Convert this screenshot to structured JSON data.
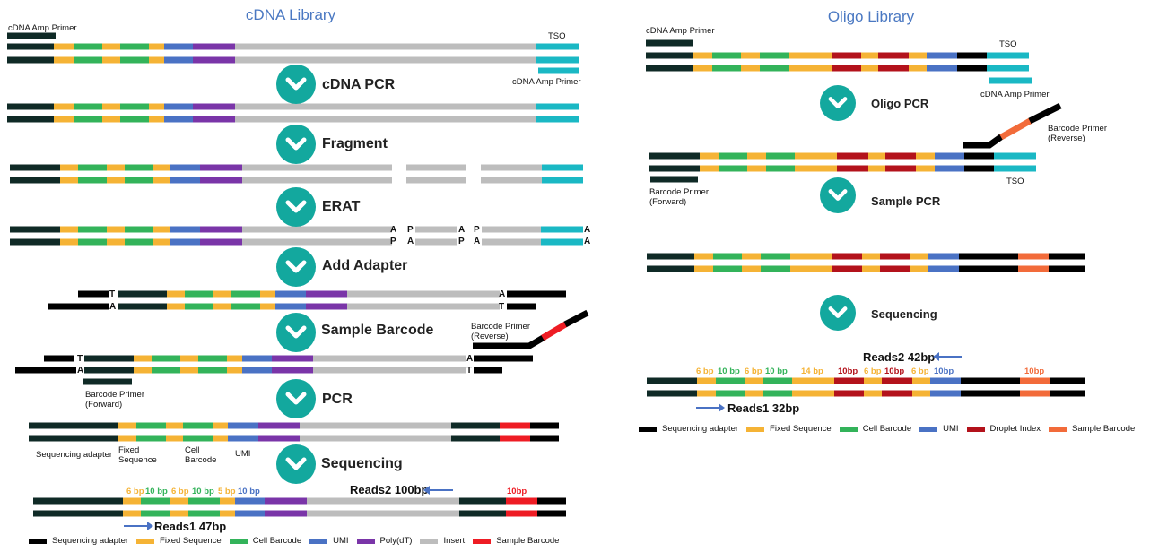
{
  "colors": {
    "dark": "#0f2a26",
    "black": "#000000",
    "fixed": "#f5b335",
    "cell": "#33b35a",
    "umi": "#4a72c4",
    "polyT": "#7a35a8",
    "insert": "#bdbdbd",
    "tso": "#1ab8c4",
    "red": "#ee1c24",
    "droplet": "#b3121b",
    "orange": "#f26b3a",
    "title": "#4a78c2"
  },
  "cdna": {
    "title": "cDNA Library",
    "labels": {
      "amp_primer_top": "cDNA Amp Primer",
      "tso": "TSO",
      "amp_primer_bottom": "cDNA Amp Primer",
      "barcode_primer_rev": "Barcode Primer\n(Reverse)",
      "barcode_primer_fwd": "Barcode Primer\n(Forward)",
      "seq_adapter": "Sequencing adapter",
      "fixed_seq": "Fixed\nSequence",
      "cell_barcode": "Cell\nBarcode",
      "umi": "UMI"
    },
    "steps": [
      "cDNA PCR",
      "Fragment",
      "ERAT",
      "Add Adapter",
      "Sample Barcode",
      "PCR",
      "Sequencing"
    ],
    "reads2": "Reads2 100bp",
    "reads1": "Reads1 47bp",
    "bp_labels": [
      {
        "text": "6 bp",
        "color": "#f5b335"
      },
      {
        "text": "10 bp",
        "color": "#33b35a"
      },
      {
        "text": "6 bp",
        "color": "#f5b335"
      },
      {
        "text": "10 bp",
        "color": "#33b35a"
      },
      {
        "text": "5 bp",
        "color": "#f5b335"
      },
      {
        "text": "10 bp",
        "color": "#4a72c4"
      },
      {
        "text": "10bp",
        "color": "#ee1c24"
      }
    ],
    "legend": [
      {
        "label": "Sequencing adapter",
        "color": "#000000"
      },
      {
        "label": "Fixed Sequence",
        "color": "#f5b335"
      },
      {
        "label": "Cell Barcode",
        "color": "#33b35a"
      },
      {
        "label": "UMI",
        "color": "#4a72c4"
      },
      {
        "label": "Poly(dT)",
        "color": "#7a35a8"
      },
      {
        "label": "Insert",
        "color": "#bdbdbd"
      },
      {
        "label": "Sample Barcode",
        "color": "#ee1c24"
      }
    ]
  },
  "oligo": {
    "title": "Oligo Library",
    "labels": {
      "amp_primer_top": "cDNA Amp Primer",
      "tso": "TSO",
      "amp_primer_bottom": "cDNA Amp Primer",
      "barcode_primer_rev": "Barcode Primer\n(Reverse)",
      "barcode_primer_fwd": "Barcode Primer\n(Forward)",
      "tso2": "TSO"
    },
    "steps": [
      "Oligo PCR",
      "Sample PCR",
      "Sequencing"
    ],
    "reads2": "Reads2 42bp",
    "reads1": "Reads1 32bp",
    "bp_labels": [
      {
        "text": "6 bp",
        "color": "#f5b335"
      },
      {
        "text": "10 bp",
        "color": "#33b35a"
      },
      {
        "text": "6 bp",
        "color": "#f5b335"
      },
      {
        "text": "10 bp",
        "color": "#33b35a"
      },
      {
        "text": "14 bp",
        "color": "#f5b335"
      },
      {
        "text": "10bp",
        "color": "#b3121b"
      },
      {
        "text": "6 bp",
        "color": "#f5b335"
      },
      {
        "text": "10bp",
        "color": "#b3121b"
      },
      {
        "text": "6 bp",
        "color": "#f5b335"
      },
      {
        "text": "10bp",
        "color": "#4a72c4"
      },
      {
        "text": "10bp",
        "color": "#f26b3a"
      }
    ],
    "legend": [
      {
        "label": "Sequencing adapter",
        "color": "#000000"
      },
      {
        "label": "Fixed Sequence",
        "color": "#f5b335"
      },
      {
        "label": "Cell Barcode",
        "color": "#33b35a"
      },
      {
        "label": "UMI",
        "color": "#4a72c4"
      },
      {
        "label": "Droplet Index",
        "color": "#b3121b"
      },
      {
        "label": "Sample Barcode",
        "color": "#f26b3a"
      }
    ]
  }
}
